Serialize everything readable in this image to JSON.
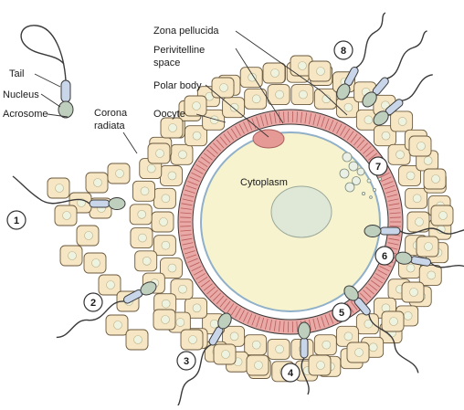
{
  "labels": {
    "tail": "Tail",
    "nucleus": "Nucleus",
    "acrosome": "Acrosome",
    "corona_radiata_1": "Corona",
    "corona_radiata_2": "radiata",
    "zona_pellucida": "Zona pellucida",
    "perivitelline_1": "Perivitelline",
    "perivitelline_2": "space",
    "polar_body": "Polar body",
    "oocyte": "Oocyte",
    "cytoplasm": "Cytoplasm"
  },
  "steps": [
    "1",
    "2",
    "3",
    "4",
    "5",
    "6",
    "7",
    "8"
  ],
  "colors": {
    "cell_fill": "#f6e6c4",
    "cell_stroke": "#6b5a3e",
    "nucleus_fill": "#eef3df",
    "zona_fill": "#e9a9a6",
    "zona_lines": "#b85c5a",
    "perivitelline": "#ffffff",
    "cytoplasm": "#f7f3cf",
    "oocyte_nucleus": "#dfe8d6",
    "polar_body": "#e59a96",
    "sperm_mid": "#c9d6ea",
    "sperm_head": "#bfcfbe",
    "outline": "#3a3a3a"
  }
}
